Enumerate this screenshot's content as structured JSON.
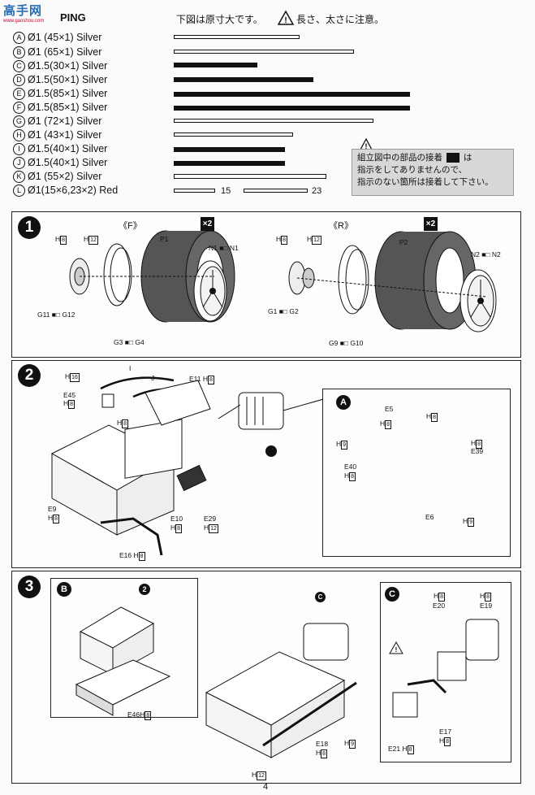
{
  "header": {
    "logo_text": "高手网",
    "logo_sub": "www.gaoshou.com",
    "title_fragment": "PING",
    "scale_note": "下図は原寸大です。",
    "warning_note": "長さ、太さに注意。"
  },
  "piping": [
    {
      "mark": "A",
      "spec": "Ø1 (45×1) Silver"
    },
    {
      "mark": "B",
      "spec": "Ø1 (65×1) Silver"
    },
    {
      "mark": "C",
      "spec": "Ø1.5(30×1) Silver"
    },
    {
      "mark": "D",
      "spec": "Ø1.5(50×1) Silver"
    },
    {
      "mark": "E",
      "spec": "Ø1.5(85×1) Silver"
    },
    {
      "mark": "F",
      "spec": "Ø1.5(85×1) Silver"
    },
    {
      "mark": "G",
      "spec": "Ø1 (72×1) Silver"
    },
    {
      "mark": "H",
      "spec": "Ø1 (43×1) Silver"
    },
    {
      "mark": "I",
      "spec": "Ø1.5(40×1) Silver"
    },
    {
      "mark": "J",
      "spec": "Ø1.5(40×1) Silver"
    },
    {
      "mark": "K",
      "spec": "Ø1 (55×2) Silver"
    },
    {
      "mark": "L",
      "spec": "Ø1(15×6,23×2) Red"
    }
  ],
  "bar_labels": {
    "short": "15",
    "long": "23"
  },
  "assembly_note": {
    "line1": "組立図中の部品の接着",
    "line1_tail": "は",
    "line2": "指示をしてありませんので、",
    "line3": "指示のない箇所は接着して下さい。"
  },
  "step1": {
    "num": "1",
    "front_label": "《F》",
    "rear_label": "《R》",
    "times": "×2",
    "labels": {
      "h8": "H",
      "h8n": "8",
      "h12n": "12",
      "p1": "P1",
      "p2": "P2",
      "n1a": "N1",
      "n1b": "N1",
      "n2a": "N2",
      "n2b": "N2",
      "g11": "G11",
      "g12": "G12",
      "g3": "G3",
      "g4": "G4",
      "g1": "G1",
      "g2": "G2",
      "g9": "G9",
      "g10": "G10"
    }
  },
  "step2": {
    "num": "2",
    "sub": "A",
    "labels": {
      "h16": "16",
      "e45": "E45",
      "e11": "E11",
      "e9": "E9",
      "e10": "E10",
      "e29": "E29",
      "e16": "E16",
      "e5": "E5",
      "e40": "E40",
      "e39": "E39",
      "e6": "E6",
      "i": "I",
      "j": "J",
      "h": "H",
      "h8n": "8",
      "h9n": "9",
      "h12n": "12"
    }
  },
  "step3": {
    "num": "3",
    "sub_b": "B",
    "sub_c": "C",
    "ref2": "2",
    "labels": {
      "e46": "E46",
      "e18": "E18",
      "e20": "E20",
      "e19": "E19",
      "e17": "E17",
      "e21": "E21",
      "h": "H",
      "h8n": "8",
      "h9n": "9",
      "h12n": "12"
    }
  },
  "page_number": "4"
}
